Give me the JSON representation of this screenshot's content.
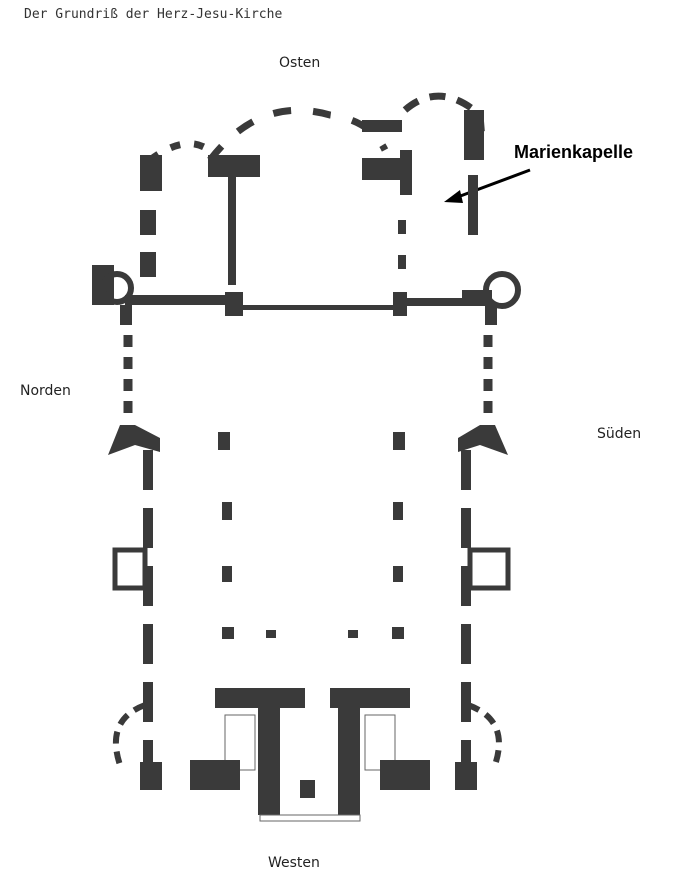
{
  "title": "Der Grundriß der Herz-Jesu-Kirche",
  "directions": {
    "east": "Osten",
    "north": "Norden",
    "south": "Süden",
    "west": "Westen"
  },
  "annotation": {
    "label": "Marienkapelle"
  }
}
